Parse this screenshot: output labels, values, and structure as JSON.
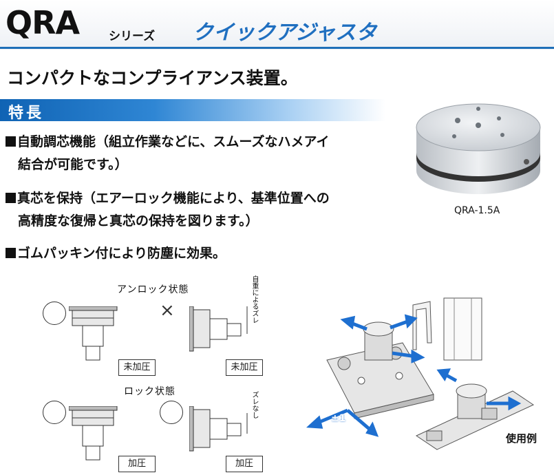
{
  "header": {
    "series_code": "QRA",
    "series_suffix": "シリーズ",
    "product_name": "クイックアジャスタ"
  },
  "tagline": "コンパクトなコンプライアンス装置。",
  "features": {
    "title": "特長",
    "items": [
      {
        "line1": "自動調芯機能（組立作業などに、スムーズなハメアイ",
        "line2": "結合が可能です。）"
      },
      {
        "line1": "真芯を保持（エアーロック機能により、基準位置への",
        "line2": "高精度な復帰と真芯の保持を図ります。）"
      },
      {
        "line1": "ゴムパッキン付により防塵に効果。",
        "line2": ""
      }
    ]
  },
  "product_photo": {
    "caption": "QRA-1.5A"
  },
  "diagram": {
    "unlock_label": "アンロック状態",
    "lock_label": "ロック状態",
    "no_pressure_label": "未加圧",
    "pressure_label": "加圧",
    "deviation_by_weight": "自重によるズレ",
    "no_deviation": "ズレなし"
  },
  "usage": {
    "label": "使用例",
    "tolerance": "±1"
  }
}
